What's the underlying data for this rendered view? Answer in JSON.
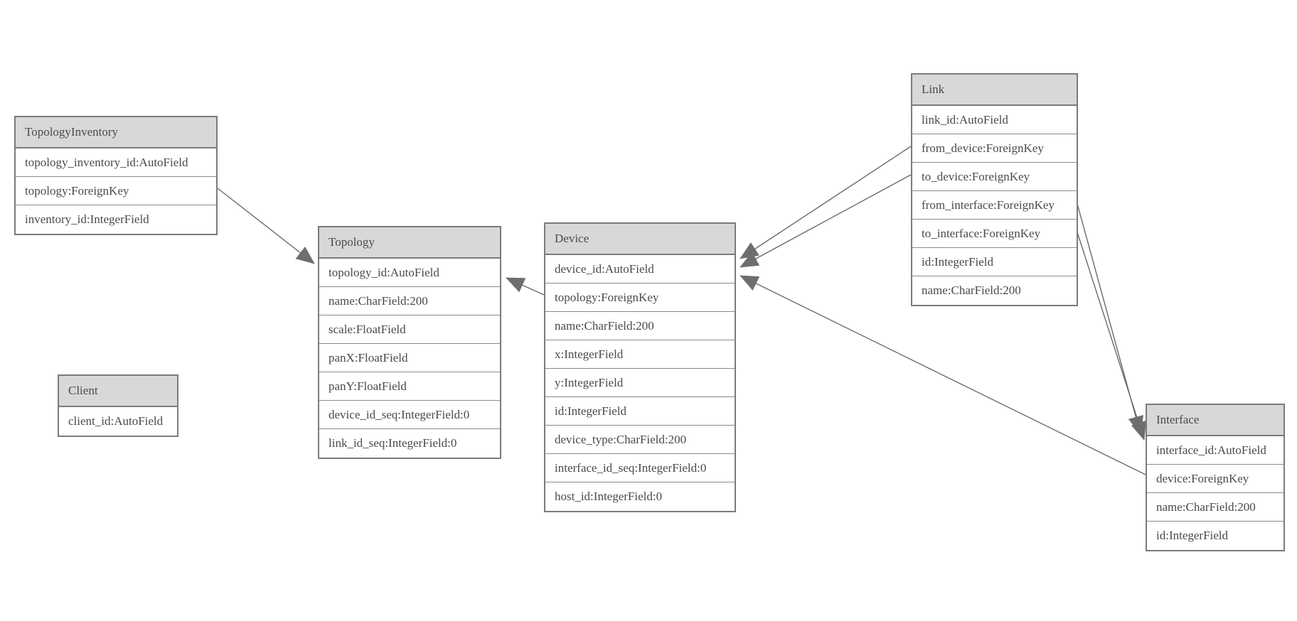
{
  "diagram_type": "model-entity-relationship-diagram",
  "colors": {
    "background": "#ffffff",
    "entity_header_fill": "#d8d8d8",
    "entity_border": "#7b7b7b",
    "text": "#4a4a4a",
    "connector_line": "#6a6a6a",
    "arrowhead_fill": "#6e6e6e"
  },
  "entities": [
    {
      "name": "TopologyInventory",
      "fields": [
        "topology_inventory_id:AutoField",
        "topology:ForeignKey",
        "inventory_id:IntegerField"
      ]
    },
    {
      "name": "Topology",
      "fields": [
        "topology_id:AutoField",
        "name:CharField:200",
        "scale:FloatField",
        "panX:FloatField",
        "panY:FloatField",
        "device_id_seq:IntegerField:0",
        "link_id_seq:IntegerField:0"
      ]
    },
    {
      "name": "Client",
      "fields": [
        "client_id:AutoField"
      ]
    },
    {
      "name": "Device",
      "fields": [
        "device_id:AutoField",
        "topology:ForeignKey",
        "name:CharField:200",
        "x:IntegerField",
        "y:IntegerField",
        "id:IntegerField",
        "device_type:CharField:200",
        "interface_id_seq:IntegerField:0",
        "host_id:IntegerField:0"
      ]
    },
    {
      "name": "Link",
      "fields": [
        "link_id:AutoField",
        "from_device:ForeignKey",
        "to_device:ForeignKey",
        "from_interface:ForeignKey",
        "to_interface:ForeignKey",
        "id:IntegerField",
        "name:CharField:200"
      ]
    },
    {
      "name": "Interface",
      "fields": [
        "interface_id:AutoField",
        "device:ForeignKey",
        "name:CharField:200",
        "id:IntegerField"
      ]
    }
  ],
  "relationships": [
    {
      "from": "TopologyInventory.topology",
      "to": "Topology"
    },
    {
      "from": "Device.topology",
      "to": "Topology"
    },
    {
      "from": "Link.from_device",
      "to": "Device"
    },
    {
      "from": "Link.to_device",
      "to": "Device"
    },
    {
      "from": "Interface.device",
      "to": "Device"
    },
    {
      "from": "Link.from_interface",
      "to": "Interface"
    },
    {
      "from": "Link.to_interface",
      "to": "Interface"
    }
  ]
}
